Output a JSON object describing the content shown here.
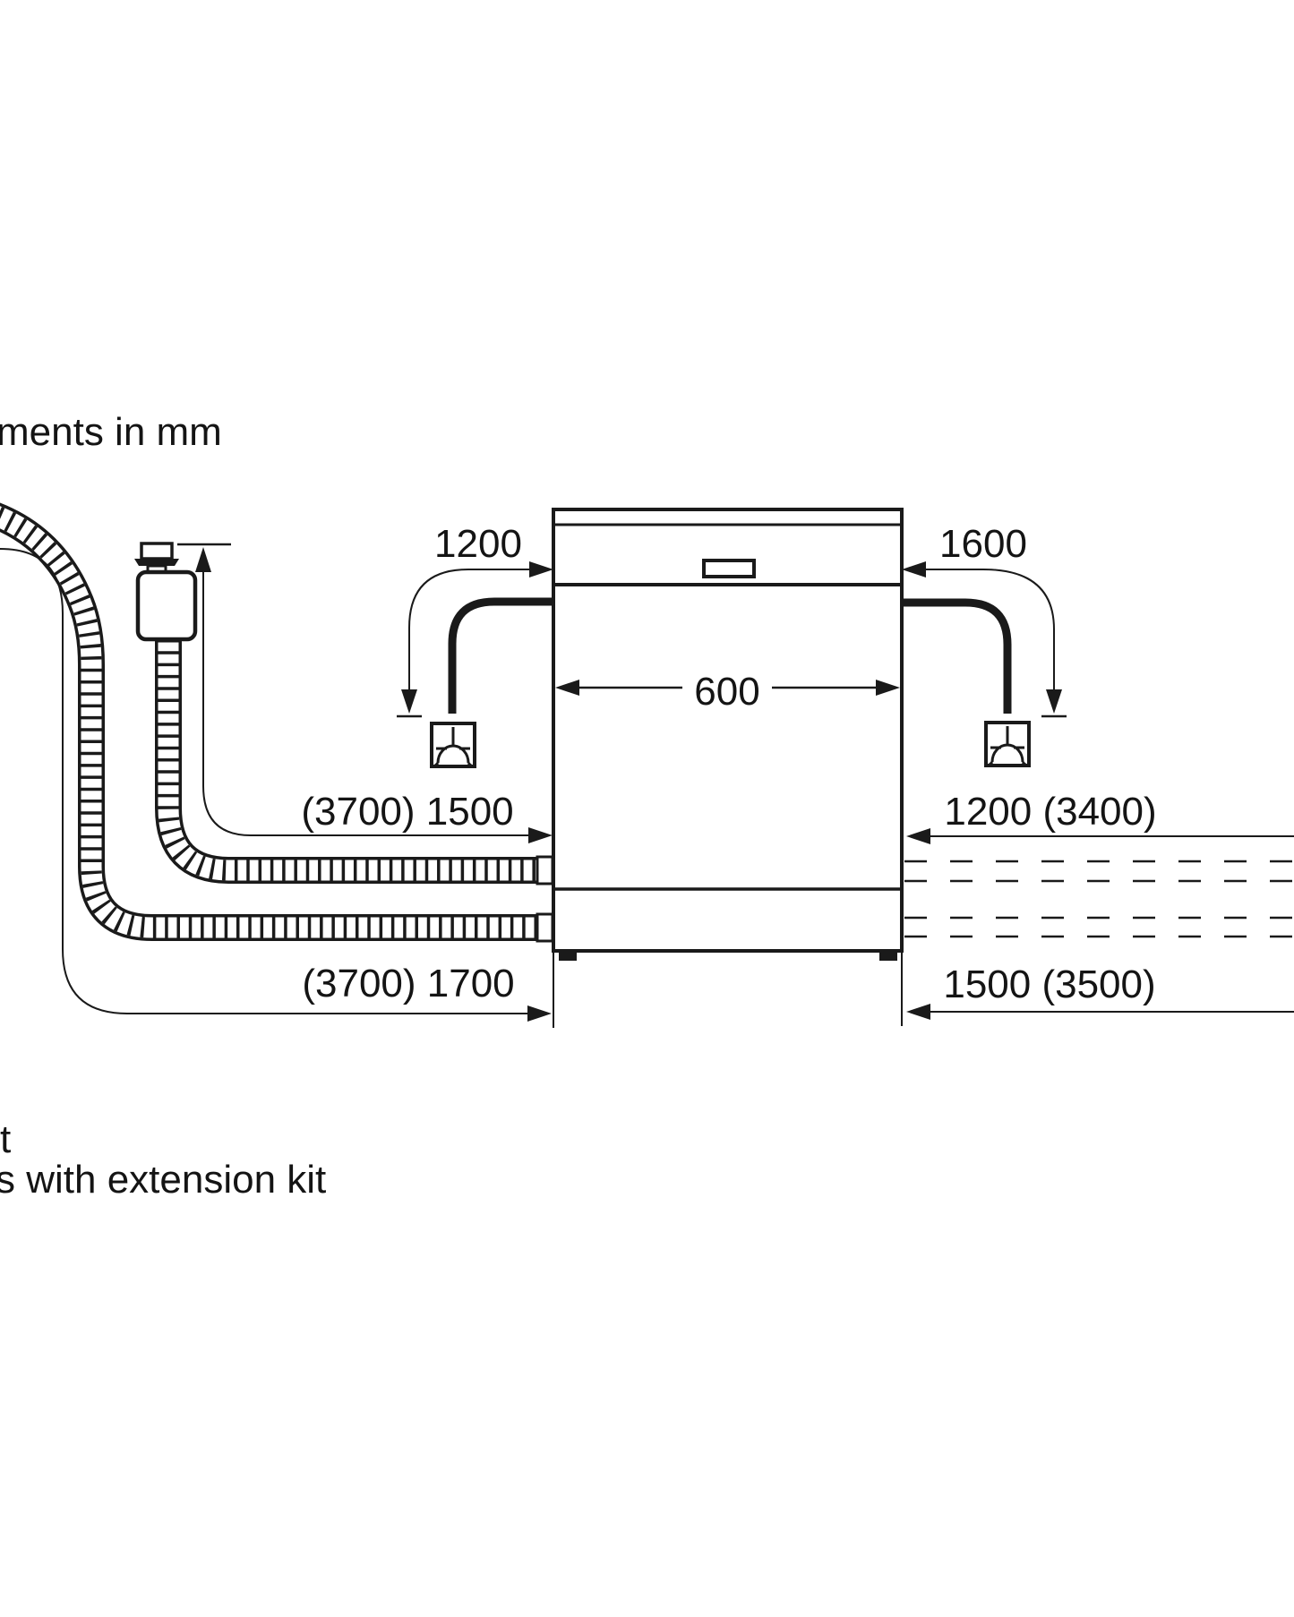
{
  "note_units": "ments in mm",
  "dimensions": {
    "inlet_clearance_top_left": "1200",
    "outlet_clearance_top_right": "1600",
    "appliance_width": "600",
    "supply_hose_length_left": "(3700) 1500",
    "supply_length_right": "1200 (3400)",
    "drain_hose_length_left": "(3700) 1700",
    "drain_length_right": "1500 (3500)"
  },
  "footnotes": {
    "line1": "t",
    "line2": "s with extension kit"
  },
  "icons": {
    "water_tap": "tap-connection-symbol",
    "aquastop": "aquastop-valve-symbol"
  },
  "colors": {
    "line": "#1a1a1a",
    "background": "#ffffff"
  }
}
